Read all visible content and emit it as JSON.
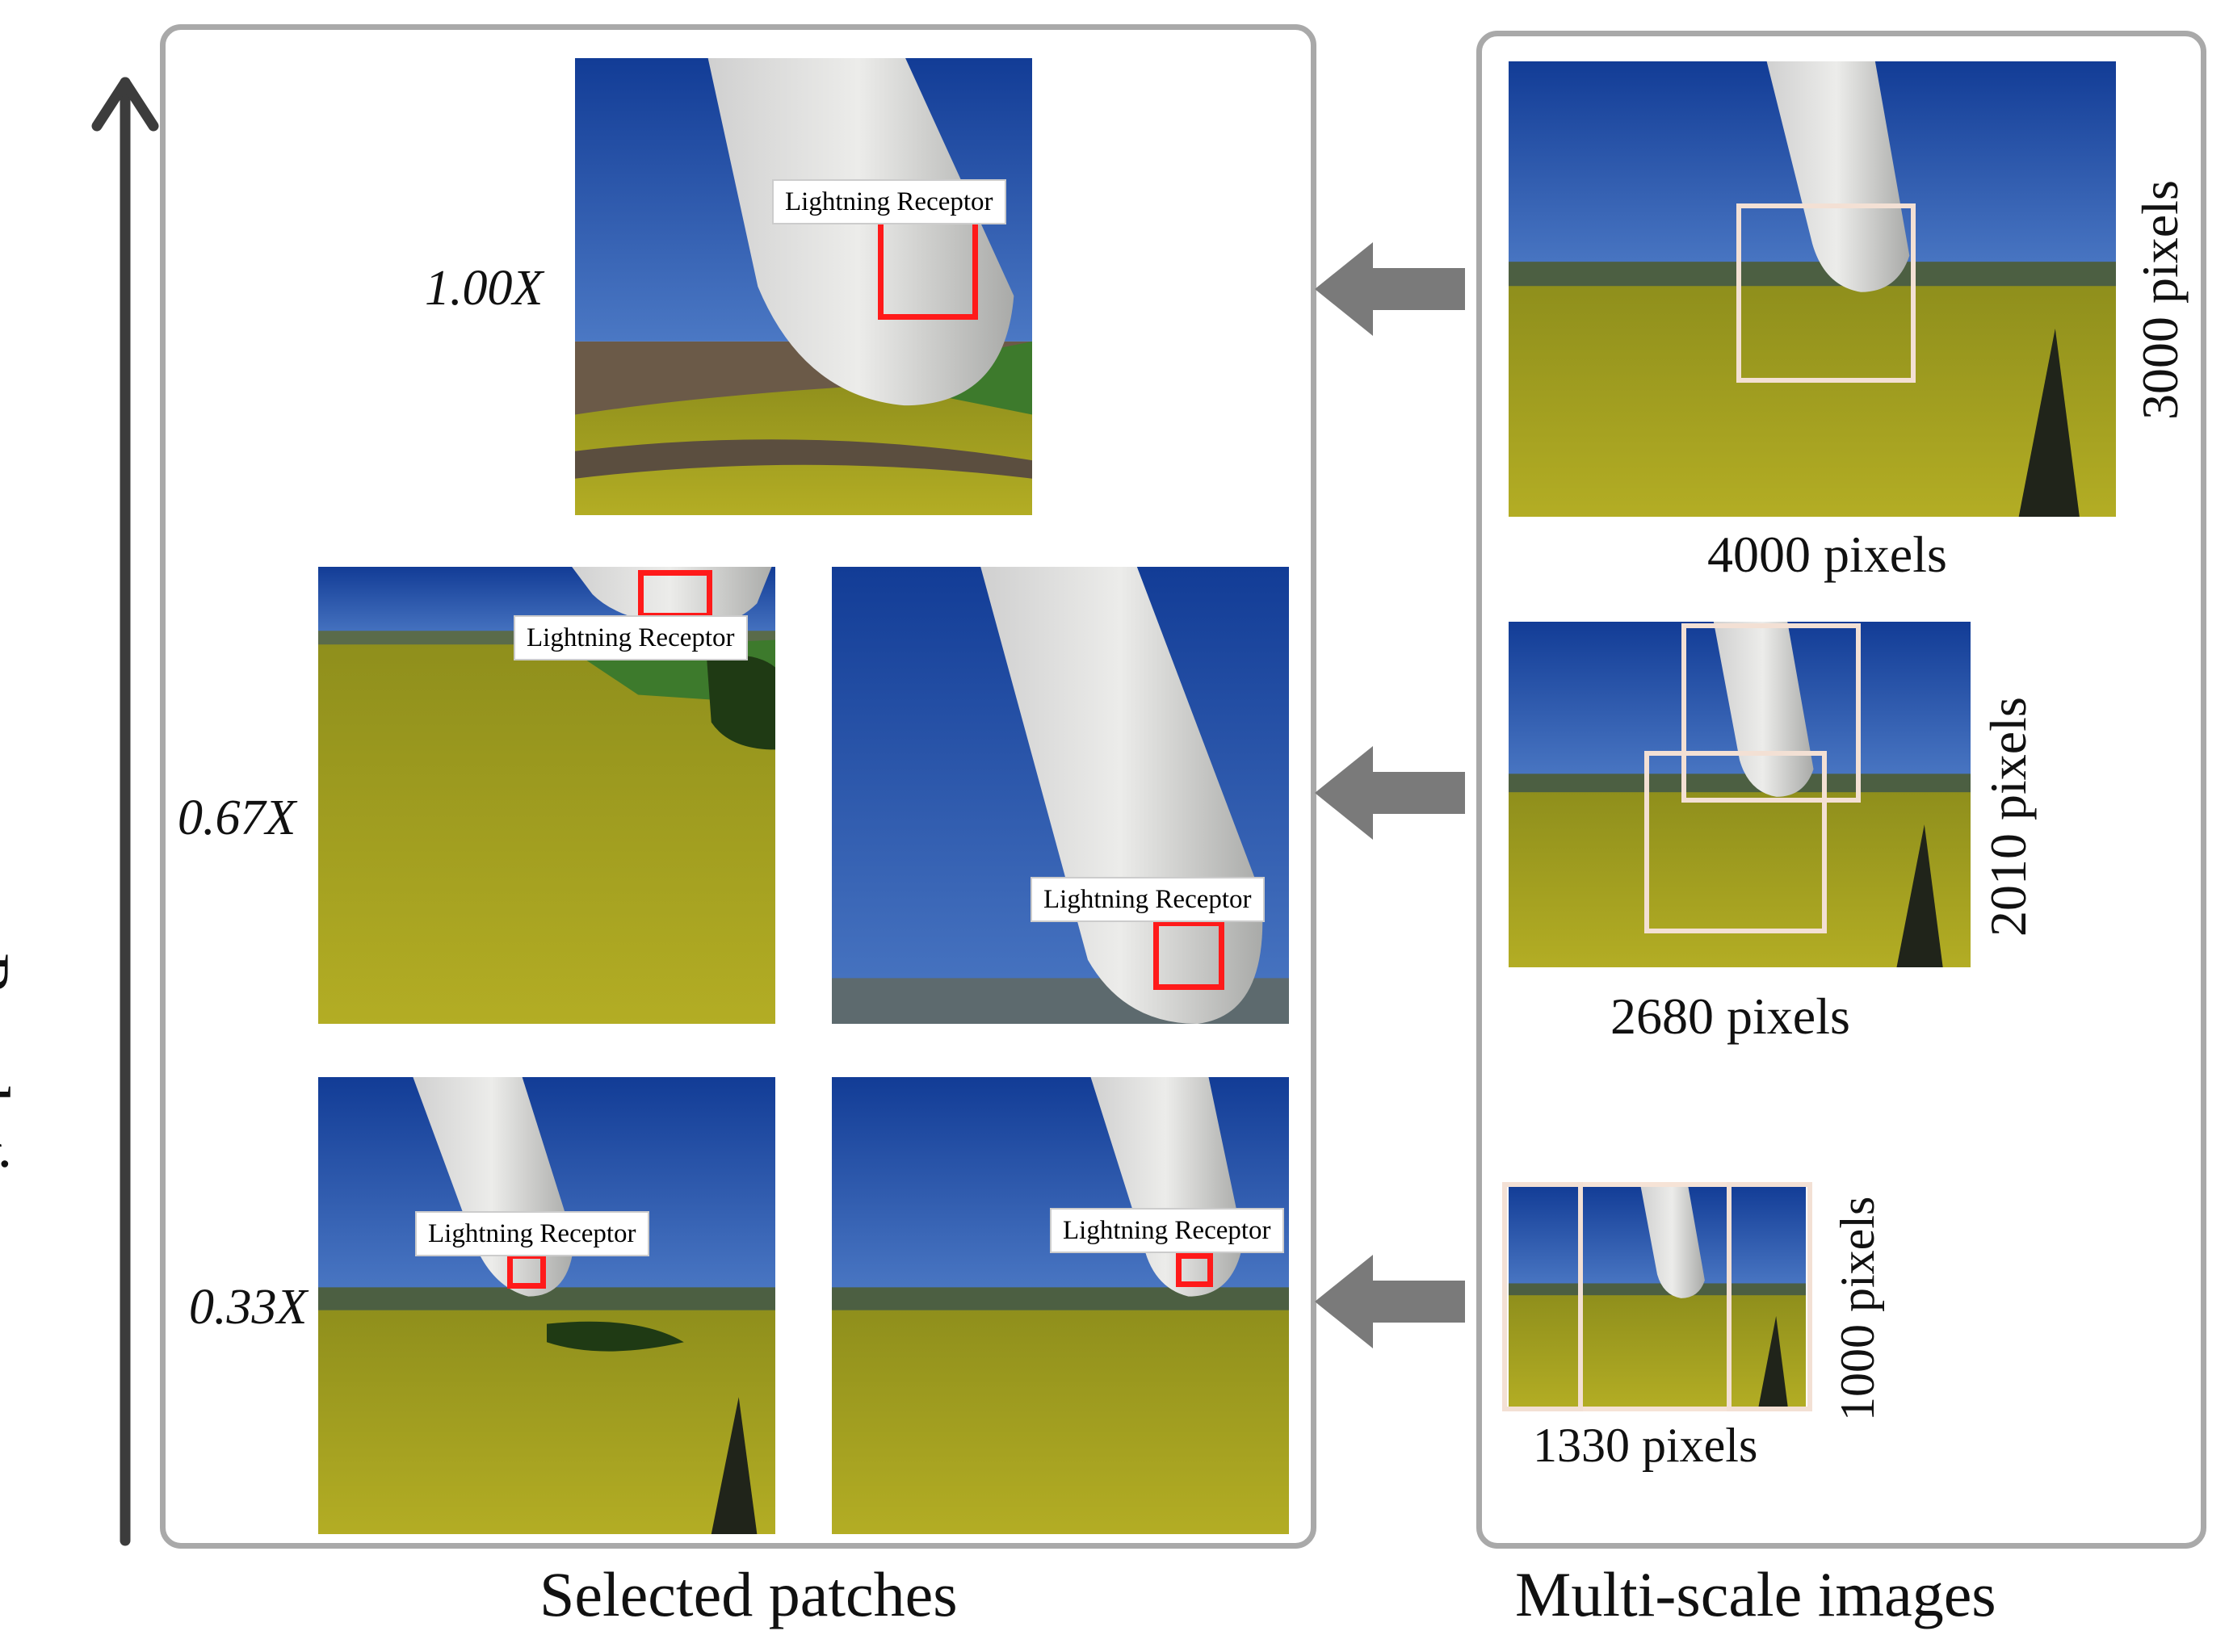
{
  "axis": {
    "label": "Resolution"
  },
  "left_panel": {
    "caption": "Selected patches",
    "scales": [
      "1.00X",
      "0.67X",
      "0.33X"
    ]
  },
  "right_panel": {
    "caption": "Multi-scale images",
    "images": [
      {
        "width_label": "4000 pixels",
        "height_label": "3000 pixels"
      },
      {
        "width_label": "2680 pixels",
        "height_label": "2010 pixels"
      },
      {
        "width_label": "1330 pixels",
        "height_label": "1000 pixels"
      }
    ]
  },
  "annotation": {
    "label": "Lightning Receptor"
  },
  "colors": {
    "panel_border": "#a9a9a9",
    "receptor_box": "#ff1a1a",
    "crop_box": "#f3e0d4",
    "arrow": "#7a7a7a",
    "sky": "#1d4aa3",
    "field": "#a7a41e"
  }
}
